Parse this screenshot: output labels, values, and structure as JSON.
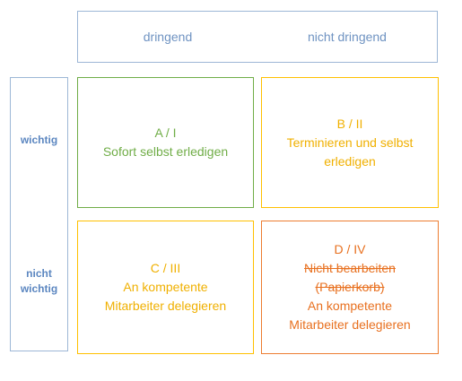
{
  "header": {
    "col1": "dringend",
    "col2": "nicht dringend"
  },
  "side": {
    "row1": "wichtig",
    "row2_line1": "nicht",
    "row2_line2": "wichtig"
  },
  "quadrants": {
    "a": {
      "code": "A / I",
      "line1": "Sofort selbst erledigen"
    },
    "b": {
      "code": "B / II",
      "line1": "Terminieren und selbst",
      "line2": "erledigen"
    },
    "c": {
      "code": "C / III",
      "line1": "An kompetente",
      "line2": "Mitarbeiter delegieren"
    },
    "d": {
      "code": "D / IV",
      "struck1": "Nicht bearbeiten",
      "struck2": "(Papierkorb)",
      "line1": "An kompetente",
      "line2": "Mitarbeiter delegieren"
    }
  },
  "colors": {
    "header_border": "#9db7d6",
    "quadrant_a": "#70ad47",
    "quadrant_b": "#ffc000",
    "quadrant_c": "#ffc000",
    "quadrant_d": "#ed7d31"
  }
}
